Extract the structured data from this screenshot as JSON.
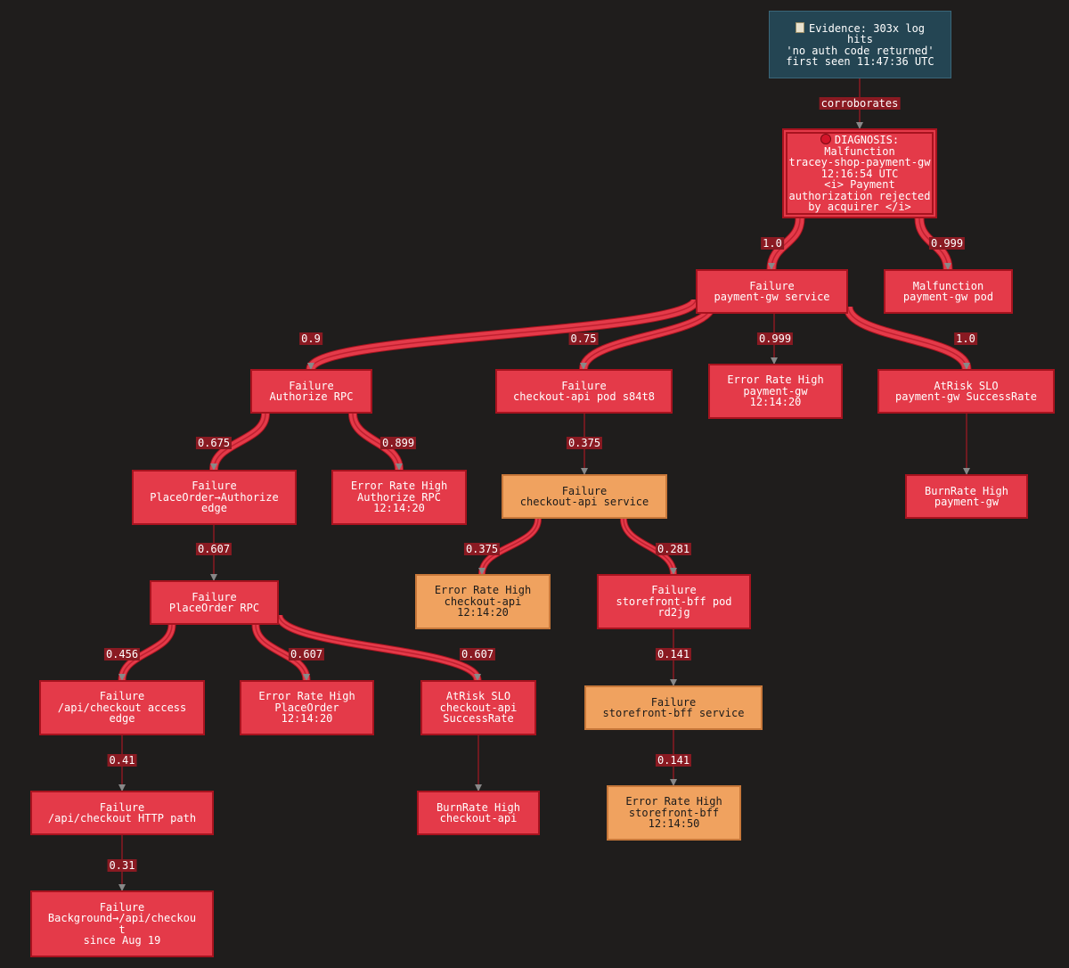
{
  "nodes": {
    "evidence": "Evidence: 303x log\nhits\n'no auth code returned'\nfirst seen 11:47:36 UTC",
    "diagnosis": "DIAGNOSIS:\nMalfunction\ntracey-shop-payment-gw\n12:16:54 UTC\n<i> Payment\nauthorization rejected\nby acquirer </i>",
    "failure_payment_gw_service": "Failure\npayment-gw service",
    "malfunction_payment_gw_pod": "Malfunction\npayment-gw pod",
    "failure_authorize_rpc": "Failure\nAuthorize RPC",
    "failure_checkout_api_pod": "Failure\ncheckout-api pod s84t8",
    "error_rate_payment_gw": "Error Rate High\npayment-gw\n12:14:20",
    "atrisk_slo_payment_gw": "AtRisk SLO\npayment-gw SuccessRate",
    "failure_placeorder_authorize_edge": "Failure\nPlaceOrder→Authorize\nedge",
    "error_rate_authorize_rpc": "Error Rate High\nAuthorize RPC\n12:14:20",
    "failure_checkout_api_service": "Failure\ncheckout-api service",
    "burnrate_payment_gw": "BurnRate High\npayment-gw",
    "failure_placeorder_rpc": "Failure\nPlaceOrder RPC",
    "error_rate_checkout_api": "Error Rate High\ncheckout-api\n12:14:20",
    "failure_storefront_bff_pod": "Failure\nstorefront-bff pod\nrd2jg",
    "failure_api_checkout_access_edge": "Failure\n/api/checkout access\nedge",
    "error_rate_placeorder": "Error Rate High\nPlaceOrder\n12:14:20",
    "atrisk_slo_checkout_api": "AtRisk SLO\ncheckout-api\nSuccessRate",
    "failure_storefront_bff_service": "Failure\nstorefront-bff service",
    "failure_api_checkout_http_path": "Failure\n/api/checkout HTTP path",
    "burnrate_checkout_api": "BurnRate High\ncheckout-api",
    "error_rate_storefront_bff": "Error Rate High\nstorefront-bff\n12:14:50",
    "failure_background": "Failure\nBackground→/api/checkou\nt\nsince Aug 19"
  },
  "edges": {
    "e_evidence_diag": "corroborates",
    "e_diag_service": "1.0",
    "e_diag_pod": "0.999",
    "e_service_authorize": "0.9",
    "e_service_checkout_pod": "0.75",
    "e_service_error_rate": "0.999",
    "e_service_slo": "1.0",
    "e_authorize_edge": "0.675",
    "e_authorize_error_rate": "0.899",
    "e_checkout_pod_service": "0.375",
    "e_edge_placeorder": "0.607",
    "e_checkout_service_error_rate": "0.375",
    "e_checkout_service_bff_pod": "0.281",
    "e_placeorder_access_edge": "0.456",
    "e_placeorder_error_rate": "0.607",
    "e_placeorder_slo": "0.607",
    "e_bff_pod_bff_service": "0.141",
    "e_access_edge_http_path": "0.41",
    "e_bff_service_error_rate": "0.141",
    "e_http_path_background": "0.31"
  },
  "colors": {
    "background": "#1f1d1c",
    "failure": "#e43a49",
    "warning": "#f0a25f",
    "evidence": "#244553",
    "edge": "#8a1a22"
  }
}
